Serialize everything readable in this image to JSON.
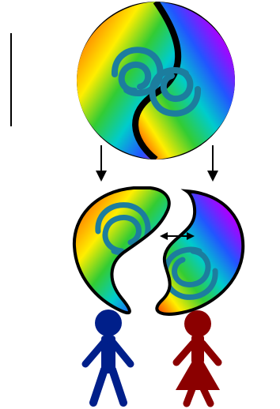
{
  "diagram": {
    "background": "#ffffff",
    "line_color": "#000000",
    "spiral_color": "#1c7d9e",
    "rainbow_colors": [
      "#ff0000",
      "#ff8c00",
      "#ffee00",
      "#33cc33",
      "#00cccc",
      "#2255ff",
      "#aa00ff",
      "#ff00aa"
    ],
    "male_figure_color": "#001f8a",
    "female_figure_color": "#8b0000",
    "sections": {
      "top": "whole-yin-yang",
      "bottom": "split-halves",
      "figures": [
        "male-figure",
        "female-figure"
      ]
    }
  }
}
